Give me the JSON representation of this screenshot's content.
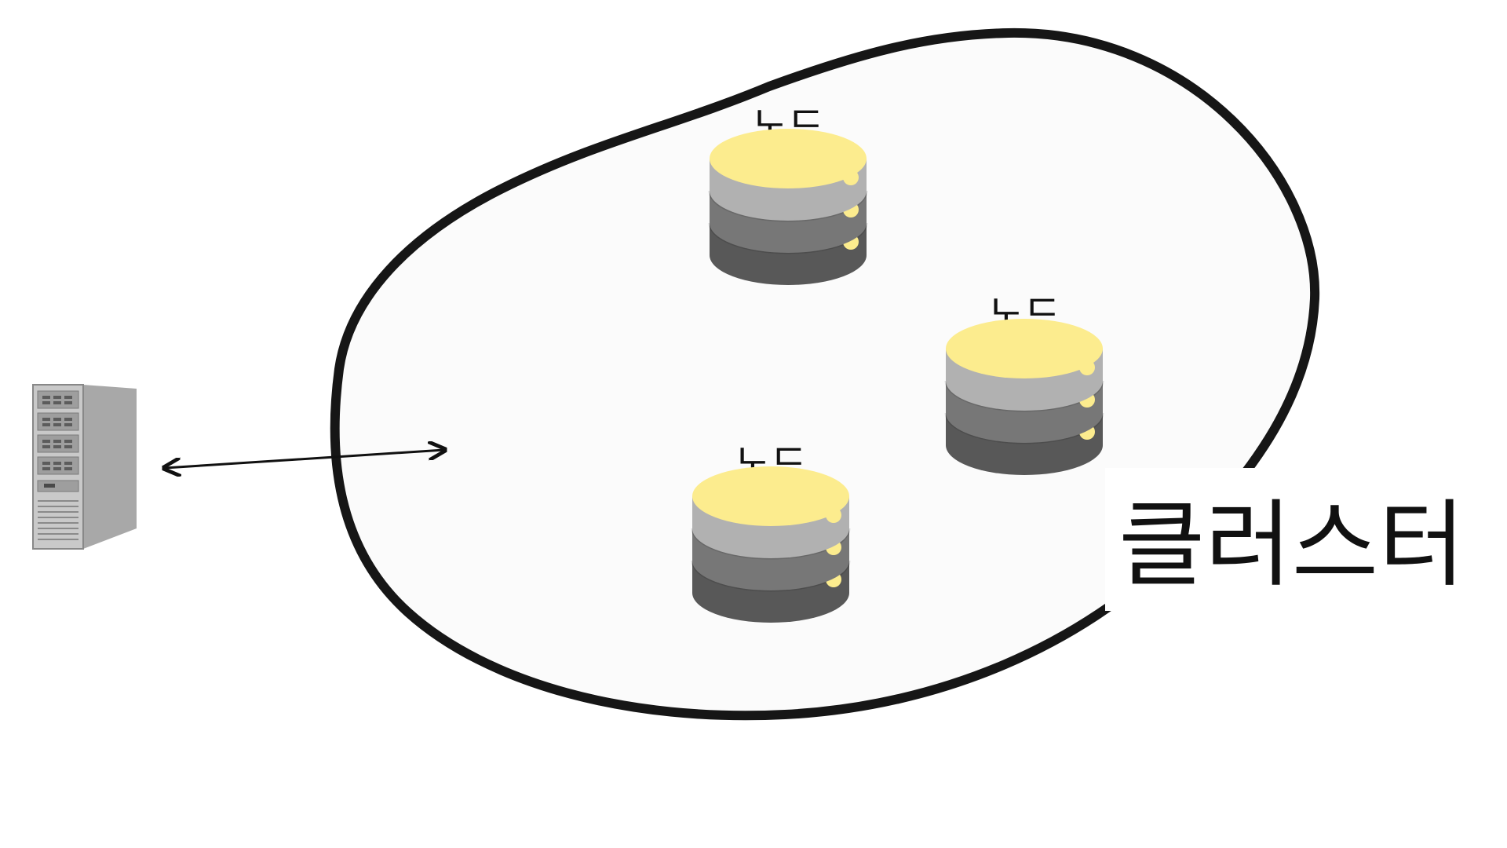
{
  "cluster": {
    "label": "클러스터",
    "fill_color": "#fbfbfb",
    "border_color": "#161616"
  },
  "nodes": [
    {
      "label": "노드"
    },
    {
      "label": "노드"
    },
    {
      "label": "노드"
    }
  ],
  "colors": {
    "disk_top": "#fcec8e",
    "disk_layer_1": "#b1b1b1",
    "disk_layer_2": "#777777",
    "disk_layer_3": "#585858",
    "disk_indicator": "#fcec8e",
    "server_body": "#a7a7a7",
    "connector": "#111111"
  },
  "icons": {
    "server": "server-tower-icon",
    "node": "database-disk-icon"
  }
}
